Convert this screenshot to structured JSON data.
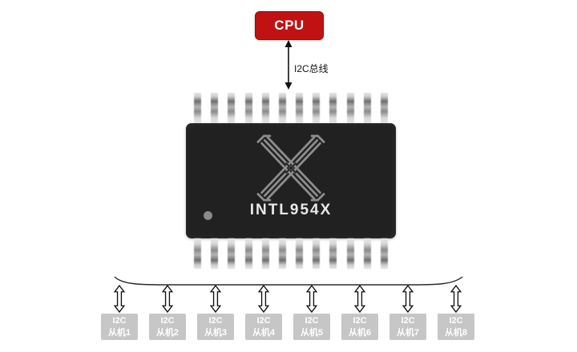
{
  "cpu": {
    "label": "CPU"
  },
  "bus": {
    "label": "I2C总线"
  },
  "chip": {
    "label": "INTL954X"
  },
  "slaves": [
    {
      "line1": "I2C",
      "line2": "从机1"
    },
    {
      "line1": "I2C",
      "line2": "从机2"
    },
    {
      "line1": "I2C",
      "line2": "从机3"
    },
    {
      "line1": "I2C",
      "line2": "从机4"
    },
    {
      "line1": "I2C",
      "line2": "从机5"
    },
    {
      "line1": "I2C",
      "line2": "从机6"
    },
    {
      "line1": "I2C",
      "line2": "从机7"
    },
    {
      "line1": "I2C",
      "line2": "从机8"
    }
  ],
  "colors": {
    "cpu_red": "#c01212",
    "chip_black": "#212121",
    "slave_gray": "#c6c6c6",
    "pin_gray": "#8a8a8a"
  }
}
